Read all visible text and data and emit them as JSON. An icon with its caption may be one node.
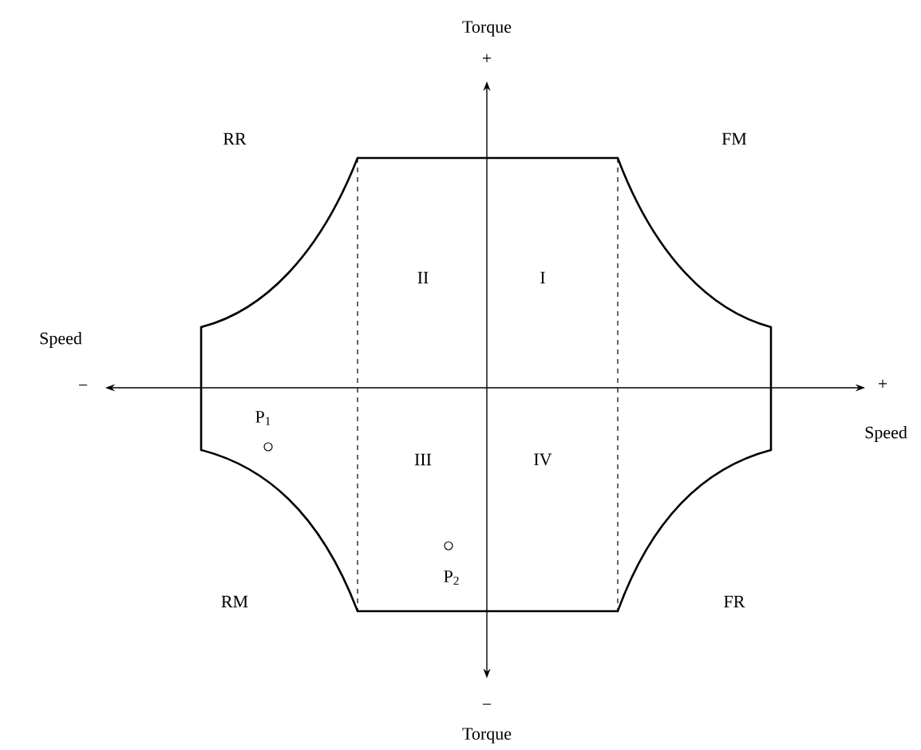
{
  "diagram": {
    "labels": [
      "Torque",
      "+",
      "RR",
      "FM",
      "II",
      "I",
      "Speed",
      "−",
      "+",
      "P$_{1}$",
      "III",
      "IV",
      "Speed",
      "P$_{2}$",
      "RM",
      "FR",
      "−",
      "Torque"
    ]
  }
}
